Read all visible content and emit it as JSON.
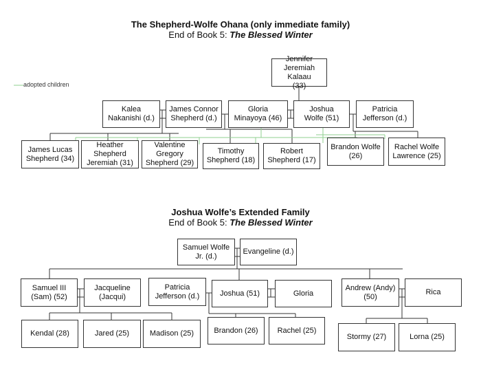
{
  "section1": {
    "title": "The Shepherd-Wolfe Ohana (only immediate family)",
    "subtitle_prefix": "End of Book 5: ",
    "subtitle_book": "The Blessed Winter",
    "legend": "adopted children",
    "nodes": {
      "jennifer": "Jennifer\nJeremiah Kalaau\n(33)",
      "kalea": "Kalea\nNakanishi (d.)",
      "james_connor": "James Connor\nShepherd (d.)",
      "gloria": "Gloria\nMinayoya (46)",
      "joshua": "Joshua\nWolfe (51)",
      "patricia": "Patricia\nJefferson (d.)",
      "james_lucas": "James Lucas\nShepherd (34)",
      "heather": "Heather\nShepherd\nJeremiah (31)",
      "valentine": "Valentine\nGregory\nShepherd (29)",
      "timothy": "Timothy\nShepherd (18)",
      "robert": "Robert\nShepherd (17)",
      "brandon": "Brandon Wolfe\n(26)",
      "rachel": "Rachel Wolfe\nLawrence (25)"
    }
  },
  "section2": {
    "title": "Joshua Wolfe’s Extended Family",
    "subtitle_prefix": "End of Book 5: ",
    "subtitle_book": "The Blessed Winter",
    "nodes": {
      "samuel_jr": "Samuel Wolfe\nJr. (d.)",
      "evangeline": "Evangeline (d.)",
      "samuel_iii": "Samuel III\n(Sam) (52)",
      "jacqueline": "Jacqueline\n(Jacqui)",
      "patricia": "Patricia\nJefferson (d.)",
      "joshua": "Joshua (51)",
      "gloria": "Gloria",
      "andrew": "Andrew (Andy)\n(50)",
      "rica": "Rica",
      "kendal": "Kendal (28)",
      "jared": "Jared (25)",
      "madison": "Madison (25)",
      "brandon": "Brandon (26)",
      "rachel": "Rachel (25)",
      "stormy": "Stormy (27)",
      "lorna": "Lorna (25)"
    }
  }
}
